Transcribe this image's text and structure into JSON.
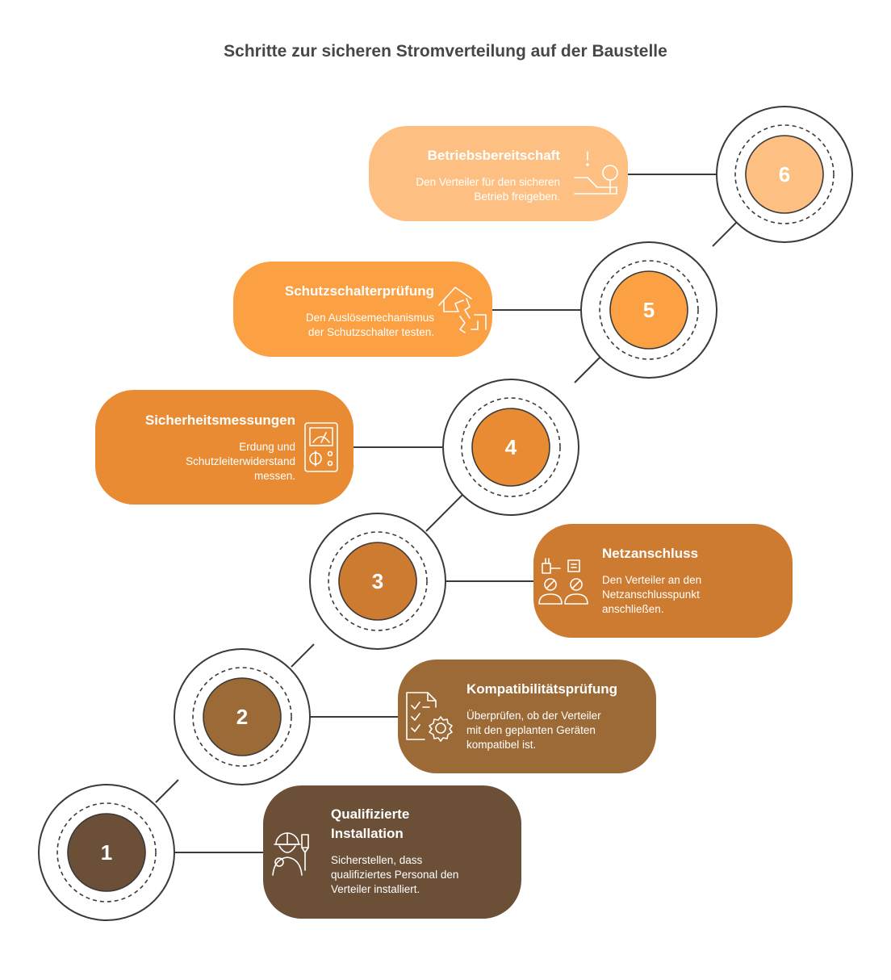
{
  "title": "Schritte zur sicheren Stromverteilung auf der Baustelle",
  "colors": {
    "step1": "#6b4f37",
    "step2": "#9b6a36",
    "step3": "#cd7b31",
    "step4": "#e88b33",
    "step5": "#fba043",
    "step6": "#fdc082",
    "connector": "#3a3a3a"
  },
  "steps": [
    {
      "number": "1",
      "title": [
        "Qualifizierte",
        "Installation"
      ],
      "description": [
        "Sicherstellen, dass",
        "qualifiziertes Personal den",
        "Verteiler installiert."
      ],
      "icon": "electrician-icon"
    },
    {
      "number": "2",
      "title": [
        "Kompatibilitätsprüfung"
      ],
      "description": [
        "Überprüfen, ob der Verteiler",
        "mit den geplanten Geräten",
        "kompatibel ist."
      ],
      "icon": "checklist-gear-icon"
    },
    {
      "number": "3",
      "title": [
        "Netzanschluss"
      ],
      "description": [
        "Den Verteiler an den",
        "Netzanschlusspunkt",
        "anschließen."
      ],
      "icon": "people-plug-icon"
    },
    {
      "number": "4",
      "title": [
        "Sicherheitsmessungen"
      ],
      "description": [
        "Erdung und",
        "Schutzleiterwiderstand",
        "messen."
      ],
      "icon": "multimeter-icon"
    },
    {
      "number": "5",
      "title": [
        "Schutzschalterprüfung"
      ],
      "description": [
        "Den Auslösemechanismus",
        "der Schutzschalter testen."
      ],
      "icon": "house-lightning-icon"
    },
    {
      "number": "6",
      "title": [
        "Betriebsbereitschaft"
      ],
      "description": [
        "Den Verteiler für den sicheren",
        "Betrieb freigeben."
      ],
      "icon": "lever-switch-icon"
    }
  ]
}
